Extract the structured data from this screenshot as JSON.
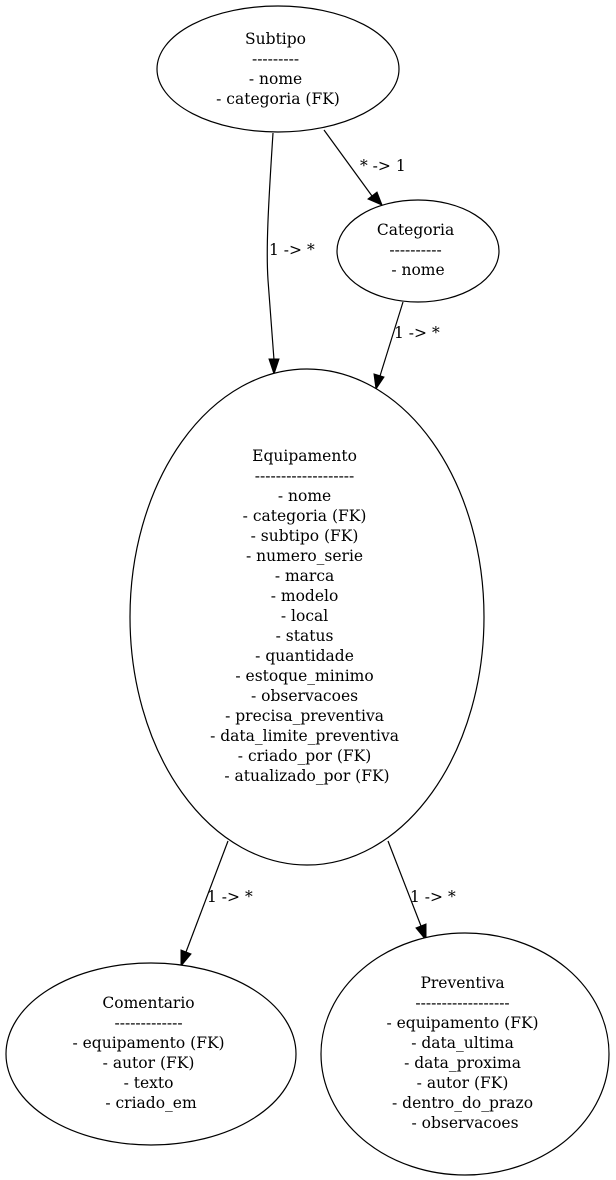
{
  "nodes": {
    "subtipo": {
      "lines": [
        "Subtipo",
        "---------",
        "- nome",
        "- categoria (FK)"
      ]
    },
    "categoria": {
      "lines": [
        "Categoria",
        "----------",
        "- nome"
      ]
    },
    "equipamento": {
      "lines": [
        "Equipamento",
        "-------------------",
        "- nome",
        "- categoria (FK)",
        "- subtipo (FK)",
        "- numero_serie",
        "- marca",
        "- modelo",
        "- local",
        "- status",
        "- quantidade",
        "- estoque_minimo",
        "- observacoes",
        "- precisa_preventiva",
        "- data_limite_preventiva",
        "- criado_por (FK)",
        "- atualizado_por (FK)"
      ]
    },
    "comentario": {
      "lines": [
        "Comentario",
        "-------------",
        "- equipamento (FK)",
        "- autor (FK)",
        "- texto",
        "- criado_em"
      ]
    },
    "preventiva": {
      "lines": [
        "Preventiva",
        "------------------",
        "- equipamento (FK)",
        "- data_ultima",
        "- data_proxima",
        "- autor (FK)",
        "- dentro_do_prazo",
        "- observacoes"
      ]
    }
  },
  "edges": {
    "subtipo_categoria": {
      "label": "* -> 1"
    },
    "subtipo_equipamento": {
      "label": "1 -> *"
    },
    "categoria_equipamento": {
      "label": "1 -> *"
    },
    "equipamento_comentario": {
      "label": "1 -> *"
    },
    "equipamento_preventiva": {
      "label": "1 -> *"
    }
  }
}
